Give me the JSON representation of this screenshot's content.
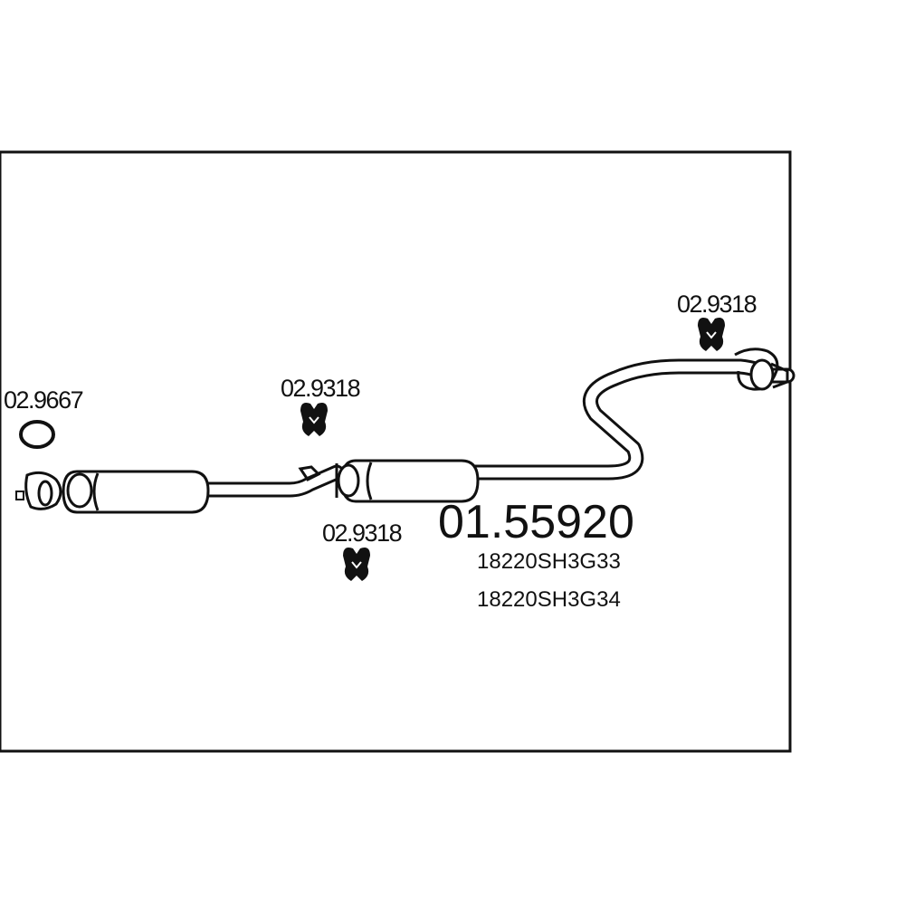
{
  "diagram": {
    "main_part_number": "01.55920",
    "oem_numbers": [
      "18220SH3G33",
      "18220SH3G34"
    ],
    "labels": {
      "gasket_left": "02.9667",
      "hanger_mid_top": "02.9318",
      "hanger_mid_bottom": "02.9318",
      "hanger_right": "02.9318"
    }
  },
  "colors": {
    "line": "#111111",
    "background": "#ffffff"
  }
}
